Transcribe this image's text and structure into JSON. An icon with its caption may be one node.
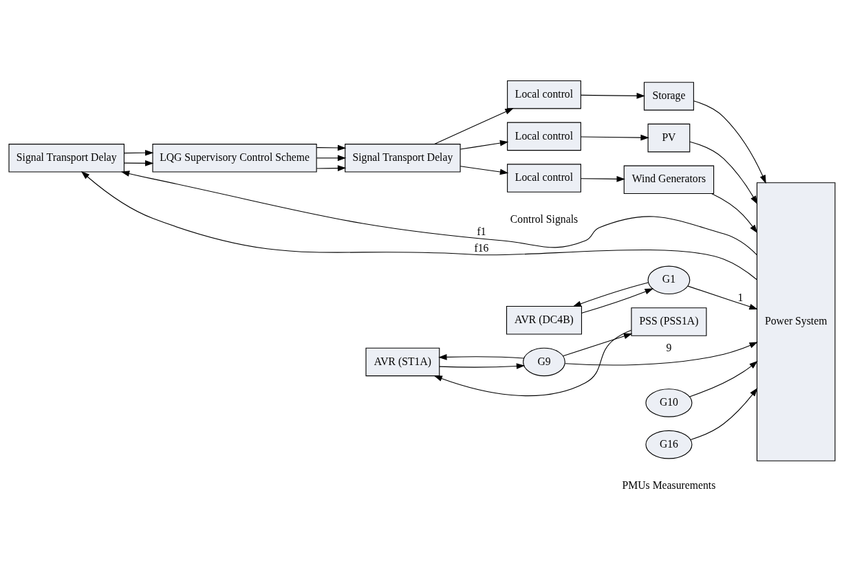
{
  "diagram": {
    "nodes": [
      {
        "text": [
          "Signal Transport Delay"
        ]
      },
      {
        "text": [
          "LQG Supervisory Control Scheme"
        ]
      },
      {
        "text": [
          "Signal Transport Delay"
        ]
      },
      {
        "text": [
          "AVR (DC4B)"
        ]
      },
      {
        "text": [
          "G1"
        ]
      },
      {
        "text": [
          "AVR (ST1A)"
        ]
      },
      {
        "text": [
          "G9"
        ]
      },
      {
        "text": [
          "PSS (PSS1A)"
        ]
      },
      {
        "text": [
          "G10"
        ]
      },
      {
        "text": [
          "G16"
        ]
      },
      {
        "text": [
          "Local control"
        ]
      },
      {
        "text": [
          "Storage"
        ]
      },
      {
        "text": [
          "Local control"
        ]
      },
      {
        "text": [
          "PV"
        ]
      },
      {
        "text": [
          "Local control"
        ]
      },
      {
        "text": [
          "Wind Generators"
        ]
      },
      {
        "text": [
          "Power System"
        ]
      }
    ],
    "edges": [
      {
        "from": 16,
        "to": 0,
        "arrow": "to",
        "label": "f1"
      },
      {
        "from": 16,
        "to": 0,
        "arrow": "to",
        "label": "f16"
      },
      {
        "from": 0,
        "to": 1,
        "arrow": "to"
      },
      {
        "from": 0,
        "to": 1,
        "arrow": "to"
      },
      {
        "from": 1,
        "to": 2,
        "arrow": "to"
      },
      {
        "from": 1,
        "to": 2,
        "arrow": "to"
      },
      {
        "from": 1,
        "to": 2,
        "arrow": "to"
      },
      {
        "from": 3,
        "to": 4,
        "arrow": "to"
      },
      {
        "from": 4,
        "to": 16,
        "arrow": "to",
        "label": "1"
      },
      {
        "from": 4,
        "to": 3,
        "arrow": "to"
      },
      {
        "from": 5,
        "to": 6,
        "arrow": "to"
      },
      {
        "from": 6,
        "to": 16,
        "arrow": "to",
        "label": "9"
      },
      {
        "from": 6,
        "to": 5,
        "arrow": "to"
      },
      {
        "from": 6,
        "to": 7,
        "arrow": "to"
      },
      {
        "from": 7,
        "to": 5,
        "arrow": "to"
      },
      {
        "from": 8,
        "to": 16,
        "arrow": "to"
      },
      {
        "from": 9,
        "to": 16,
        "arrow": "to"
      },
      {
        "from": 2,
        "to": 10,
        "arrow": "to"
      },
      {
        "from": 2,
        "to": 12,
        "arrow": "to"
      },
      {
        "from": 2,
        "to": 14,
        "arrow": "to"
      },
      {
        "from": 10,
        "to": 11,
        "arrow": "to"
      },
      {
        "from": 12,
        "to": 13,
        "arrow": "to"
      },
      {
        "from": 14,
        "to": 15,
        "arrow": "to"
      },
      {
        "from": 11,
        "to": 16,
        "arrow": "to"
      },
      {
        "from": 13,
        "to": 16,
        "arrow": "to"
      },
      {
        "from": 15,
        "to": 16,
        "arrow": "to"
      }
    ],
    "labels": [
      "PMUs Measurements",
      "Control Signals"
    ]
  }
}
